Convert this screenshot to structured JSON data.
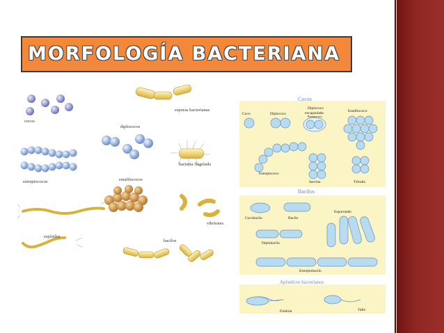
{
  "slide": {
    "title": "MORFOLOGÍA BACTERIANA"
  },
  "left_figure": {
    "labels": {
      "cocos": "cocos",
      "diplococos": "diplococos",
      "esporas": "esporas bacterianas",
      "flagelada": "bacteria flagelada",
      "estreptococos": "estreptococos",
      "estafilococos": "estafilococos",
      "vibriones": "vibriones",
      "espiridos": "espíridos",
      "bacilos": "bacilos"
    }
  },
  "right_figure": {
    "cocos_header": "Cocos",
    "coco": "Coco",
    "diplococo": "Diplococo",
    "diplococo_enc": "Diplococo",
    "diplococo_enc2": "encapsulado",
    "diplococo_enc3": "Pneumococo",
    "estafilococo": "Estafilococo",
    "estreptococo": "Estreptococo",
    "sarcina": "Sarcina",
    "tetrada": "Tétrada",
    "bacilos_header": "Bacilos",
    "cocobacilo": "Cocobacilo",
    "bacilo": "Bacilo",
    "esporulado": "Esporulado",
    "diplobacilo": "Diplobacilo",
    "estreptobacilo": "Estreptobacilo",
    "apendices_header": "Apéndices bacterianos",
    "fimbria": "Fimbria",
    "tallo": "Tallo"
  },
  "colors": {
    "accent": "#f3883a",
    "sidebar": "#8e2622",
    "panel": "#fbf4c4",
    "cell_blue": "#b8dcef"
  }
}
